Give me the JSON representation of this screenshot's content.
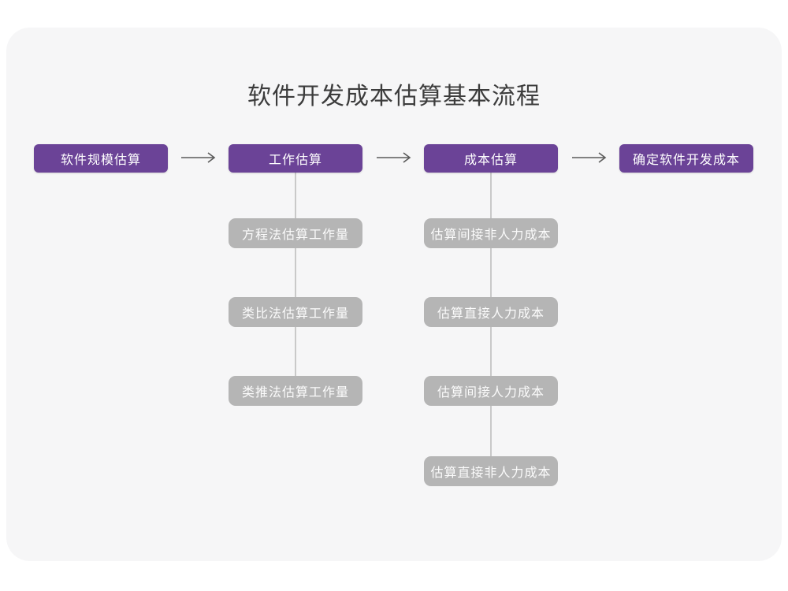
{
  "title": "软件开发成本估算基本流程",
  "colors": {
    "main_node_bg": "#6b4397",
    "sub_node_bg": "#b5b5b5",
    "card_bg": "#f6f6f7",
    "connector_line": "#c9c9c9",
    "arrow": "#5a5a5a",
    "title_text": "#3c3c3c",
    "node_text": "#ffffff"
  },
  "flow": {
    "main_nodes": [
      {
        "label": "软件规模估算"
      },
      {
        "label": "工作估算"
      },
      {
        "label": "成本估算"
      },
      {
        "label": "确定软件开发成本"
      }
    ],
    "work_sub_nodes": [
      {
        "label": "方程法估算工作量"
      },
      {
        "label": "类比法估算工作量"
      },
      {
        "label": "类推法估算工作量"
      }
    ],
    "cost_sub_nodes": [
      {
        "label": "估算间接非人力成本"
      },
      {
        "label": "估算直接人力成本"
      },
      {
        "label": "估算间接人力成本"
      },
      {
        "label": "估算直接非人力成本"
      }
    ]
  }
}
